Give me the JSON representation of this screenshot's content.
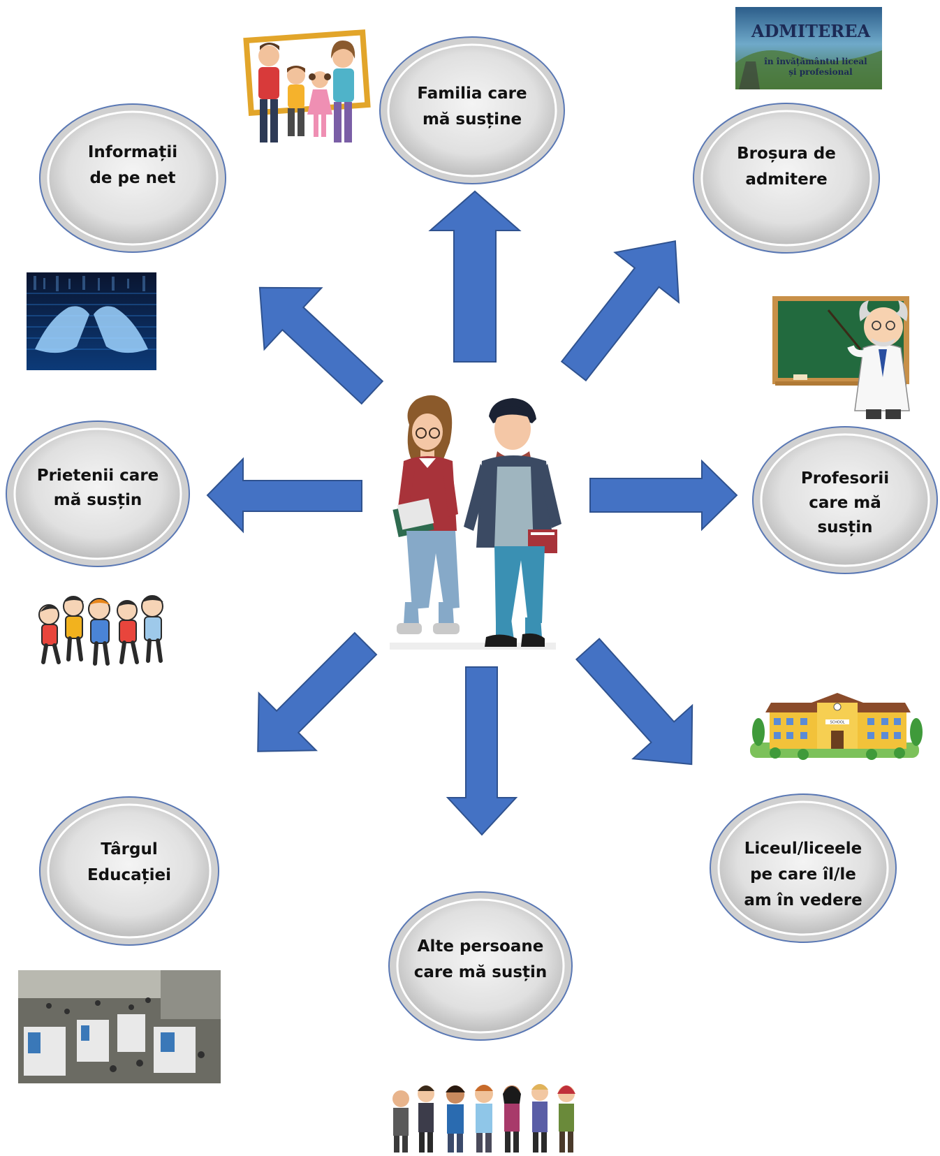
{
  "colors": {
    "arrow_fill": "#4472c4",
    "arrow_stroke": "#2f528f",
    "bubble_rim": "#5a78b4",
    "bubble_fill": "#e3e3e3"
  },
  "center": {
    "icon": "two-students-illustration"
  },
  "nodes": [
    {
      "id": "family",
      "lines": [
        "Familia care",
        "mă susține"
      ],
      "icon": "family-frame-illustration"
    },
    {
      "id": "brochure",
      "lines": [
        "Broșura de",
        "admitere"
      ],
      "icon": "admission-brochure-cover",
      "cover_title": "ADMITEREA",
      "cover_lines": [
        "în învățământul liceal",
        "și profesional"
      ]
    },
    {
      "id": "teachers",
      "lines": [
        "Profesorii",
        "care mă",
        "susțin"
      ],
      "icon": "teacher-blackboard-illustration"
    },
    {
      "id": "highschools",
      "lines": [
        "Liceul/liceele",
        "pe care îl/le",
        "am în vedere"
      ],
      "icon": "school-building-illustration",
      "sign": "SCHOOL"
    },
    {
      "id": "others",
      "lines": [
        "Alte persoane",
        "care mă susțin"
      ],
      "icon": "group-of-people-illustration"
    },
    {
      "id": "fair",
      "lines": [
        "Târgul",
        "Educației"
      ],
      "icon": "education-fair-photo"
    },
    {
      "id": "friends",
      "lines": [
        "Prietenii care",
        "mă susțin"
      ],
      "icon": "happy-kids-illustration"
    },
    {
      "id": "internet",
      "lines": [
        "Informații",
        "de pe net"
      ],
      "icon": "keyboard-hands-photo"
    }
  ]
}
